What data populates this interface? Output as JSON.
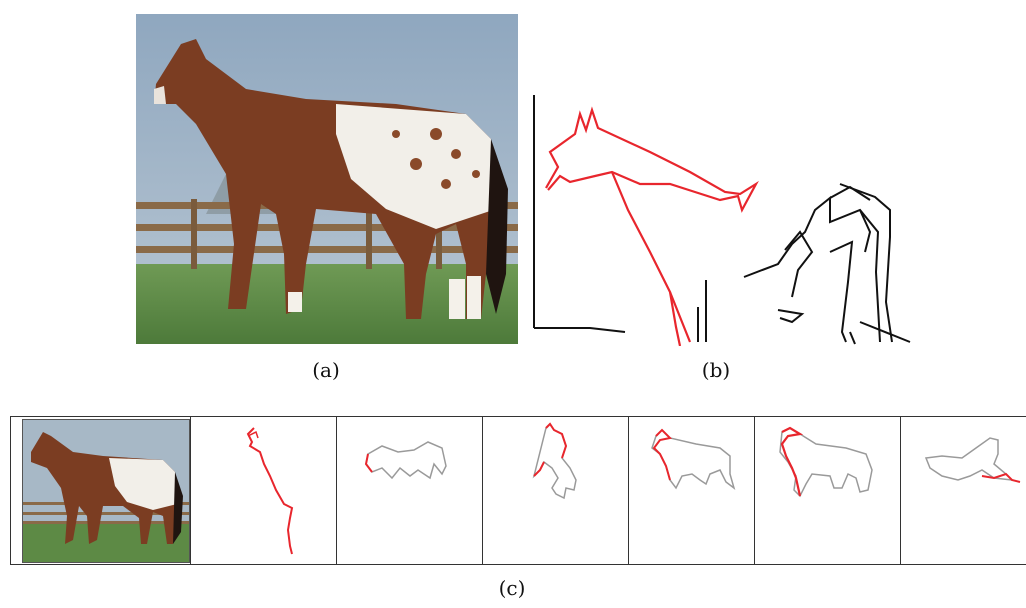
{
  "figure": {
    "captions": {
      "a": "(a)",
      "b": "(b)",
      "c": "(c)"
    },
    "panel_a": {
      "subject": "horse-photo"
    },
    "panel_b": {
      "subject": "edge-map-with-red-contour",
      "highlight_color": "#e8262d",
      "edge_color": "#111111"
    },
    "panel_c": {
      "thumbnail": "horse-photo-small",
      "contour_cells": [
        {
          "name": "contour-cell-1"
        },
        {
          "name": "contour-cell-2"
        },
        {
          "name": "contour-cell-3"
        },
        {
          "name": "contour-cell-4"
        },
        {
          "name": "contour-cell-5"
        },
        {
          "name": "contour-cell-6"
        }
      ],
      "highlight_color": "#e8262d",
      "outline_color": "#9a9a9a"
    }
  }
}
